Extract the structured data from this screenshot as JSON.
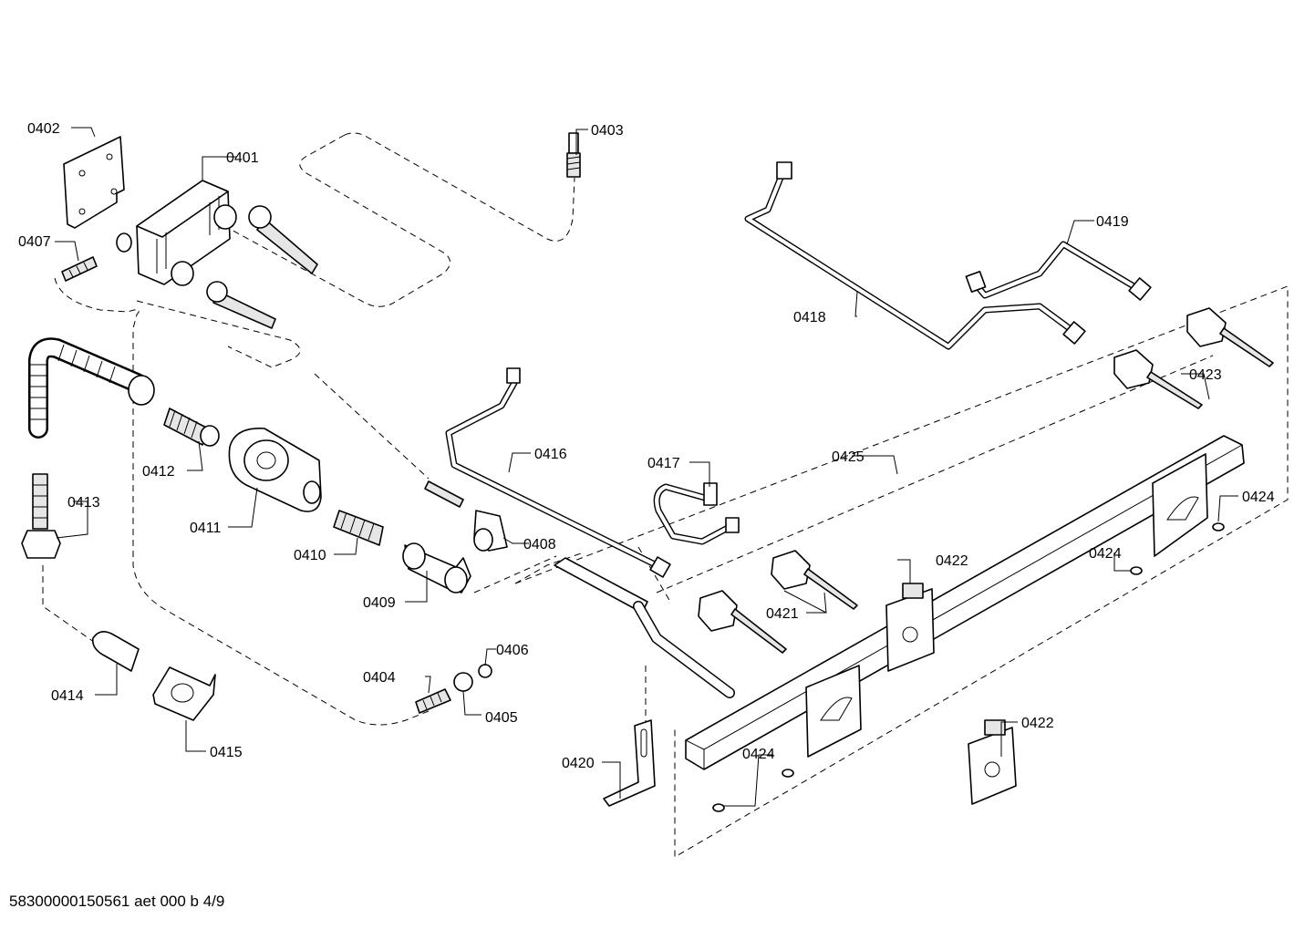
{
  "footer": {
    "drawing_ref": "58300000150561 aet 000 b 4/9"
  },
  "labels": {
    "p0401": "0401",
    "p0402": "0402",
    "p0403": "0403",
    "p0404": "0404",
    "p0405": "0405",
    "p0406": "0406",
    "p0407": "0407",
    "p0408": "0408",
    "p0409": "0409",
    "p0410": "0410",
    "p0411": "0411",
    "p0412": "0412",
    "p0413": "0413",
    "p0414": "0414",
    "p0415": "0415",
    "p0416": "0416",
    "p0417": "0417",
    "p0418": "0418",
    "p0419": "0419",
    "p0420": "0420",
    "p0421": "0421",
    "p0422a": "0422",
    "p0422b": "0422",
    "p0423": "0423",
    "p0424a": "0424",
    "p0424b": "0424",
    "p0424c": "0424",
    "p0425": "0425"
  }
}
